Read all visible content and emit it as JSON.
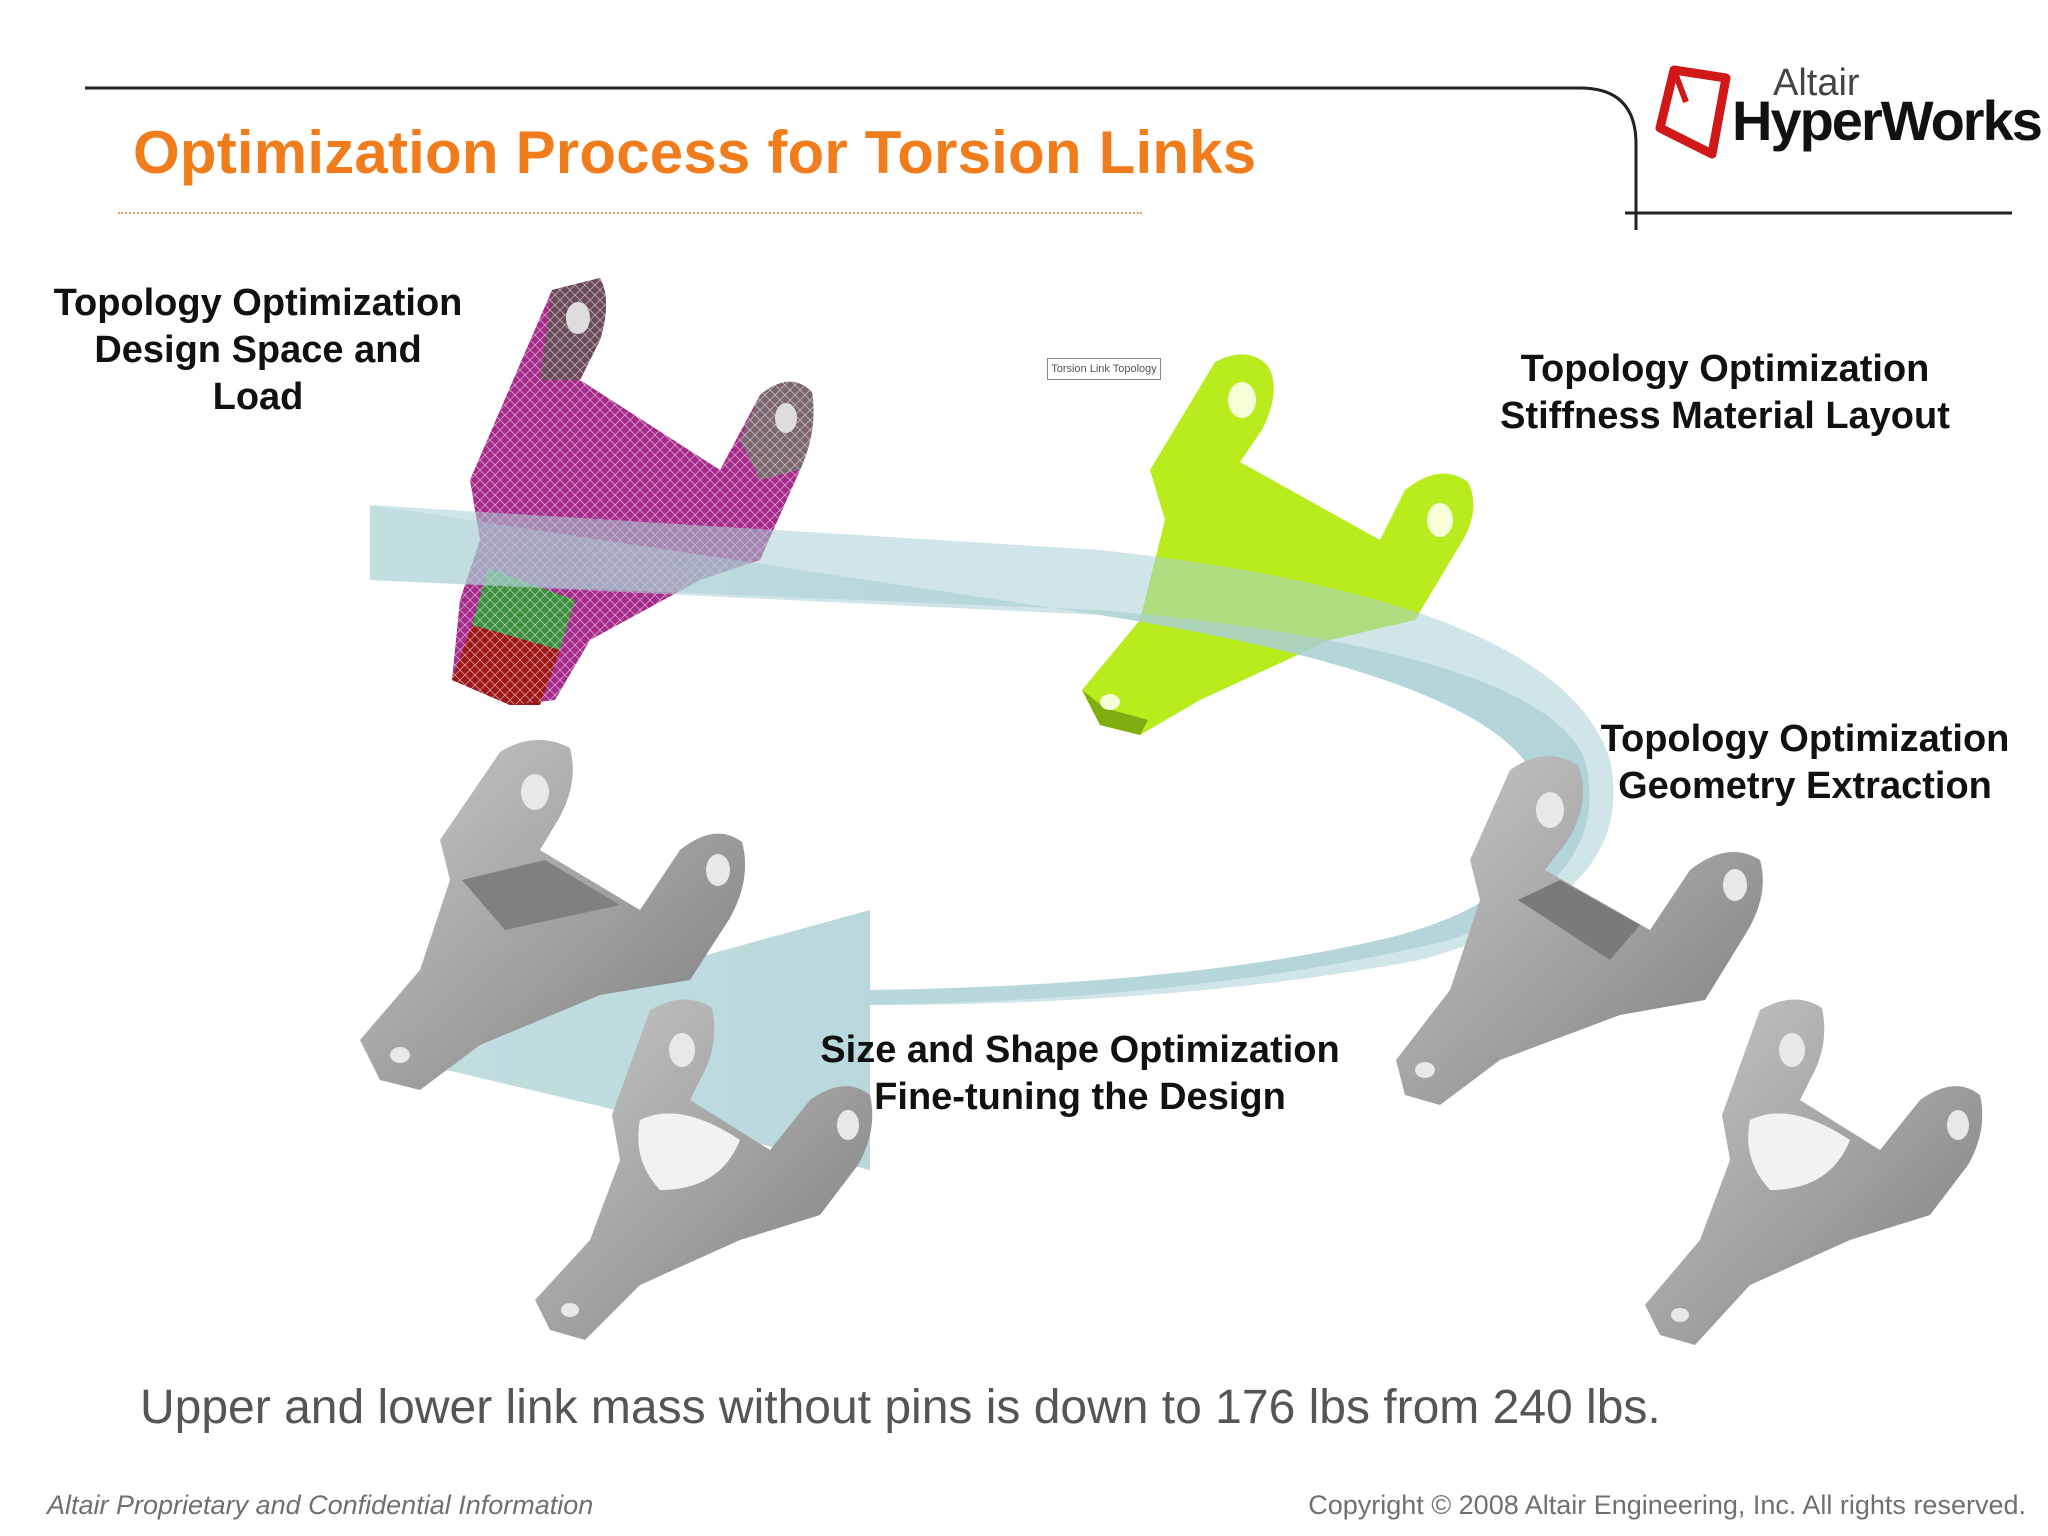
{
  "slide": {
    "title": "Optimization Process for Torsion Links",
    "summary": "Upper and lower link mass without pins is down to 176 lbs from 240 lbs."
  },
  "logo": {
    "brand_top": "Altair",
    "brand_main": "HyperWorks",
    "mark_color": "#d01818"
  },
  "steps": {
    "design_space": {
      "line1": "Topology Optimization",
      "line2": "Design Space and",
      "line3": "Load"
    },
    "material_layout": {
      "line1": "Topology Optimization",
      "line2": "Stiffness Material Layout"
    },
    "geometry_extraction": {
      "line1": "Topology Optimization",
      "line2": "Geometry Extraction"
    },
    "fine_tuning": {
      "line1": "Size and Shape Optimization",
      "line2": "Fine-tuning the Design"
    }
  },
  "viewport_tag": "Torsion Link Topology",
  "footer": {
    "left": "Altair Proprietary and Confidential Information",
    "right": "Copyright © 2008 Altair Engineering, Inc. All rights reserved."
  },
  "colors": {
    "title": "#f07c1c",
    "arrow": "#a9cfd4",
    "topology_part": "#b8ec1c",
    "mesh_design": "#a82a8c",
    "mesh_load_green": "#3f8f3f",
    "mesh_load_red": "#a01818",
    "final_parts": "#a6a6a6"
  }
}
